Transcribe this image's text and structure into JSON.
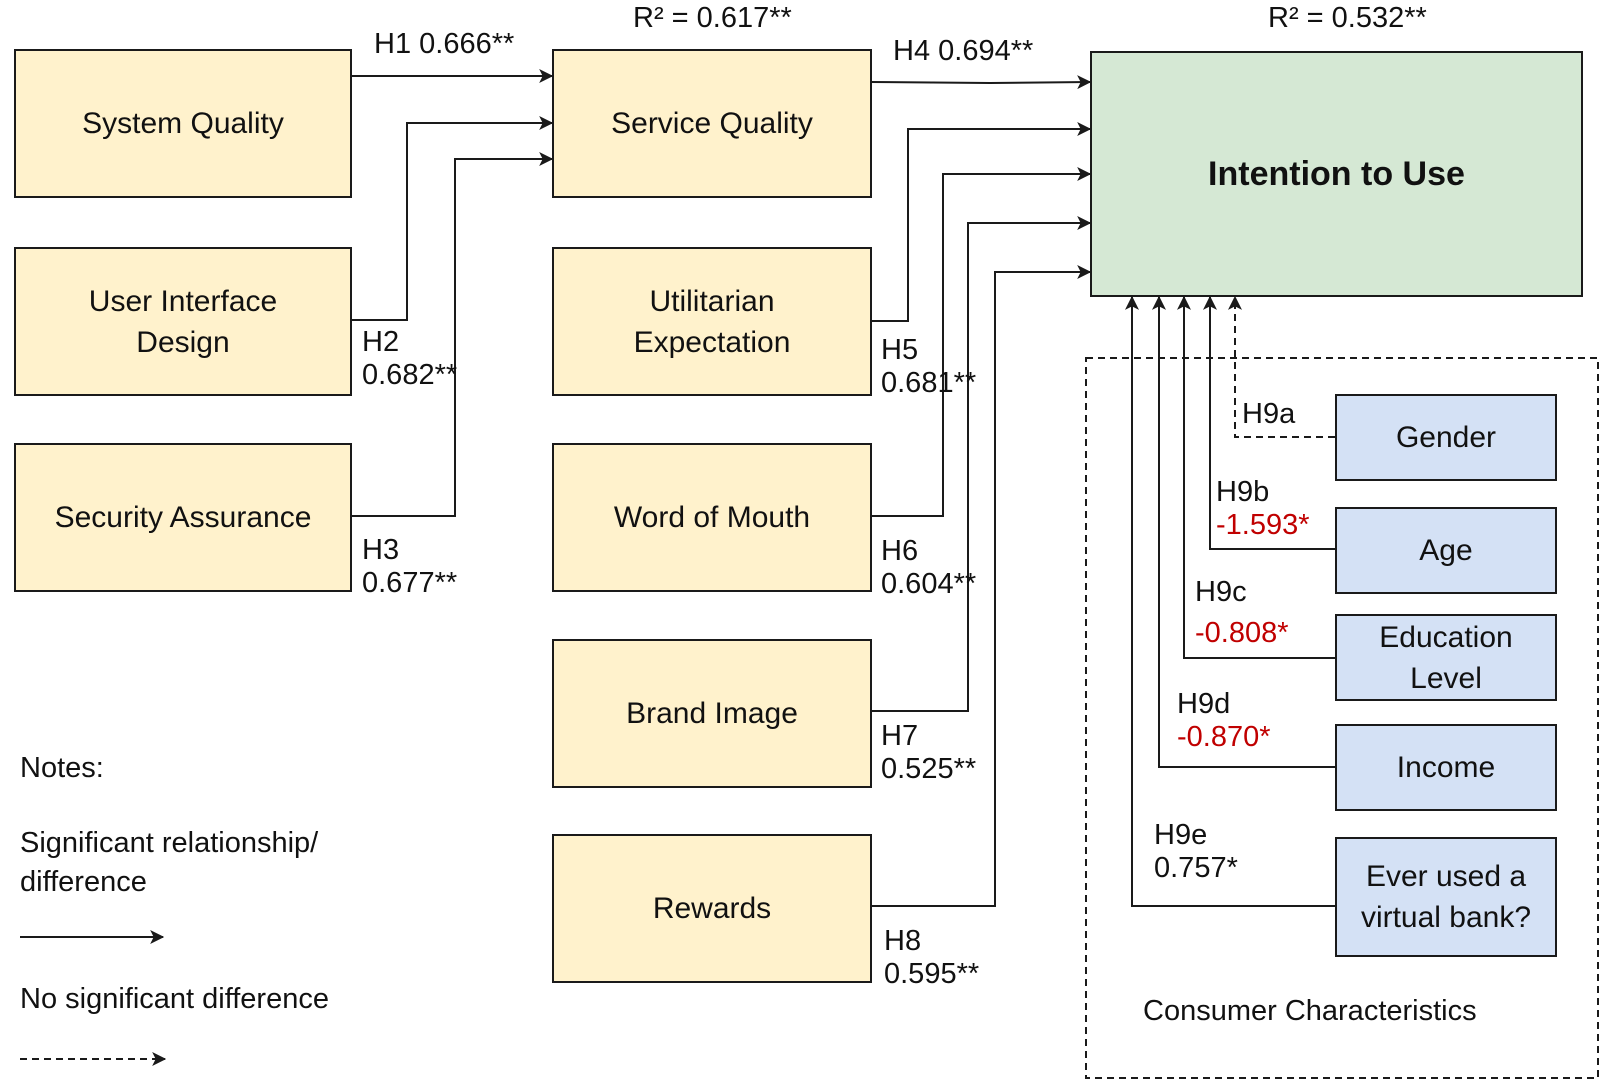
{
  "colors": {
    "antecedent_fill": "#fff2cc",
    "outcome_fill": "#d5e8d4",
    "consumer_fill": "#d4e1f5",
    "negative_value": "#c00000",
    "line": "#1a1a1a"
  },
  "nodes": {
    "system_quality": "System Quality",
    "ui_design": "User Interface\nDesign",
    "security": "Security Assurance",
    "service_quality": "Service Quality",
    "utilitarian": "Utilitarian\nExpectation",
    "word_of_mouth": "Word of Mouth",
    "brand_image": "Brand Image",
    "rewards": "Rewards",
    "intention": "Intention to Use",
    "gender": "Gender",
    "age": "Age",
    "education": "Education\nLevel",
    "income": "Income",
    "virtual_bank": "Ever used a\nvirtual bank?"
  },
  "r_squared": {
    "service_quality": "R² = 0.617**",
    "intention": "R² = 0.532**"
  },
  "paths": {
    "h1": {
      "id": "H1",
      "value": "0.666**",
      "significant": true
    },
    "h2": {
      "id": "H2",
      "value": "0.682**",
      "significant": true
    },
    "h3": {
      "id": "H3",
      "value": "0.677**",
      "significant": true
    },
    "h4": {
      "id": "H4",
      "value": "0.694**",
      "significant": true
    },
    "h5": {
      "id": "H5",
      "value": "0.681**",
      "significant": true
    },
    "h6": {
      "id": "H6",
      "value": "0.604**",
      "significant": true
    },
    "h7": {
      "id": "H7",
      "value": "0.525**",
      "significant": true
    },
    "h8": {
      "id": "H8",
      "value": "0.595**",
      "significant": true
    },
    "h9a": {
      "id": "H9a",
      "value": "",
      "significant": false
    },
    "h9b": {
      "id": "H9b",
      "value": "-1.593*",
      "significant": true
    },
    "h9c": {
      "id": "H9c",
      "value": "-0.808*",
      "significant": true
    },
    "h9d": {
      "id": "H9d",
      "value": "-0.870*",
      "significant": true
    },
    "h9e": {
      "id": "H9e",
      "value": "0.757*",
      "significant": true
    }
  },
  "group_label": "Consumer Characteristics",
  "notes": {
    "title": "Notes:",
    "significant": "Significant relationship/\ndifference",
    "not_significant": "No significant difference"
  }
}
